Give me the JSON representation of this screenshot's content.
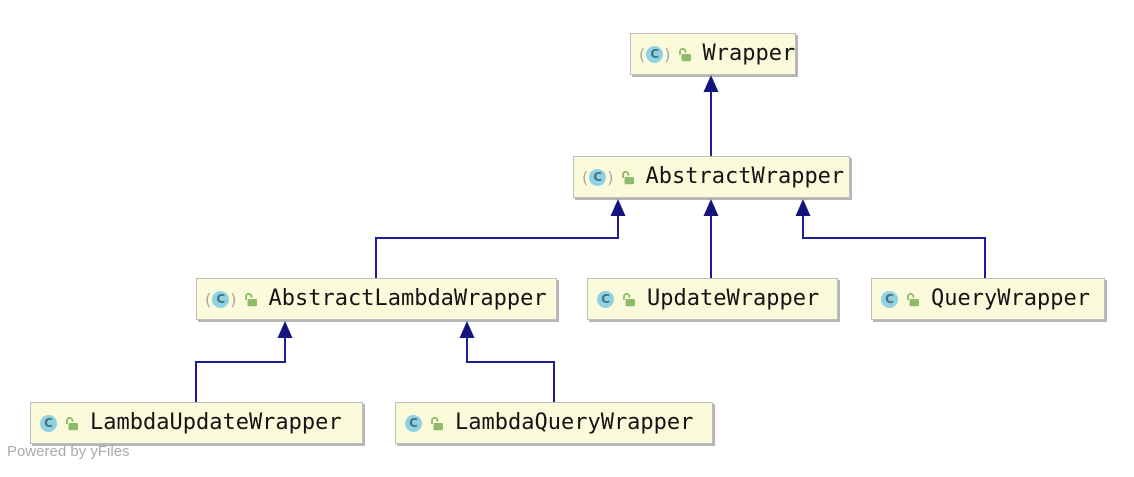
{
  "diagram": {
    "type": "uml-class-inheritance-diagram",
    "watermark": "Powered by yFiles",
    "icons": {
      "class_letter": "C",
      "abstract_paren_open": "(",
      "abstract_paren_close": ")"
    },
    "colors": {
      "node_fill": "#fbfbdc",
      "node_border": "#bdbdbd",
      "edge": "#1c1c96",
      "arrow_head": "#14147e",
      "class_icon_fill": "#8fd2e4",
      "class_icon_letter": "#48707c",
      "lock_green": "#84b75f",
      "label_text": "#141414",
      "watermark_text": "#ababab",
      "background": "#ffffff"
    },
    "classes": [
      {
        "name": "Wrapper",
        "abstract": true,
        "visibility": "public"
      },
      {
        "name": "AbstractWrapper",
        "abstract": true,
        "visibility": "public"
      },
      {
        "name": "AbstractLambdaWrapper",
        "abstract": true,
        "visibility": "public"
      },
      {
        "name": "UpdateWrapper",
        "abstract": false,
        "visibility": "public"
      },
      {
        "name": "QueryWrapper",
        "abstract": false,
        "visibility": "public"
      },
      {
        "name": "LambdaUpdateWrapper",
        "abstract": false,
        "visibility": "public"
      },
      {
        "name": "LambdaQueryWrapper",
        "abstract": false,
        "visibility": "public"
      }
    ],
    "edges": [
      {
        "from": "AbstractWrapper",
        "to": "Wrapper",
        "type": "extends"
      },
      {
        "from": "AbstractLambdaWrapper",
        "to": "AbstractWrapper",
        "type": "extends"
      },
      {
        "from": "UpdateWrapper",
        "to": "AbstractWrapper",
        "type": "extends"
      },
      {
        "from": "QueryWrapper",
        "to": "AbstractWrapper",
        "type": "extends"
      },
      {
        "from": "LambdaUpdateWrapper",
        "to": "AbstractLambdaWrapper",
        "type": "extends"
      },
      {
        "from": "LambdaQueryWrapper",
        "to": "AbstractLambdaWrapper",
        "type": "extends"
      }
    ]
  }
}
